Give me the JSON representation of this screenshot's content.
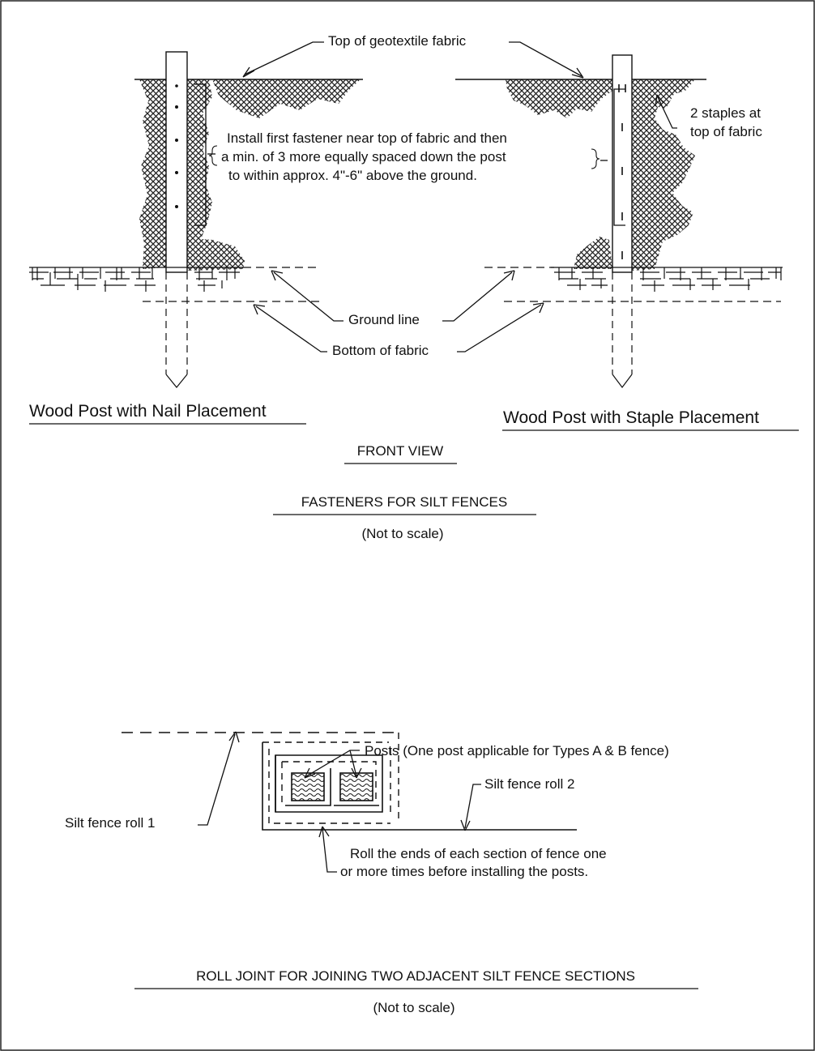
{
  "front_view": {
    "top_of_fabric": "Top of geotextile fabric",
    "install_note": [
      "Install first fastener near top of fabric and then",
      "a min. of 3 more equally spaced down the post",
      "to within approx. 4\"-6\" above the ground."
    ],
    "staples_note": [
      "2 staples at",
      "top of fabric"
    ],
    "ground_line": "Ground line",
    "bottom_of_fabric": "Bottom of fabric",
    "left_caption": "Wood Post with Nail Placement",
    "right_caption": "Wood Post with Staple Placement",
    "view_title": "FRONT VIEW",
    "section_title": "FASTENERS FOR SILT FENCES",
    "scale_note": "(Not to scale)"
  },
  "roll_joint": {
    "posts_label": "Posts  (One post applicable for Types A & B fence)",
    "roll1": "Silt fence roll 1",
    "roll2": "Silt fence roll 2",
    "roll_note": [
      "Roll the ends of each section of fence one",
      "or more times before installing the posts."
    ],
    "section_title": "ROLL JOINT FOR JOINING TWO ADJACENT SILT FENCE SECTIONS",
    "scale_note": "(Not to scale)"
  }
}
